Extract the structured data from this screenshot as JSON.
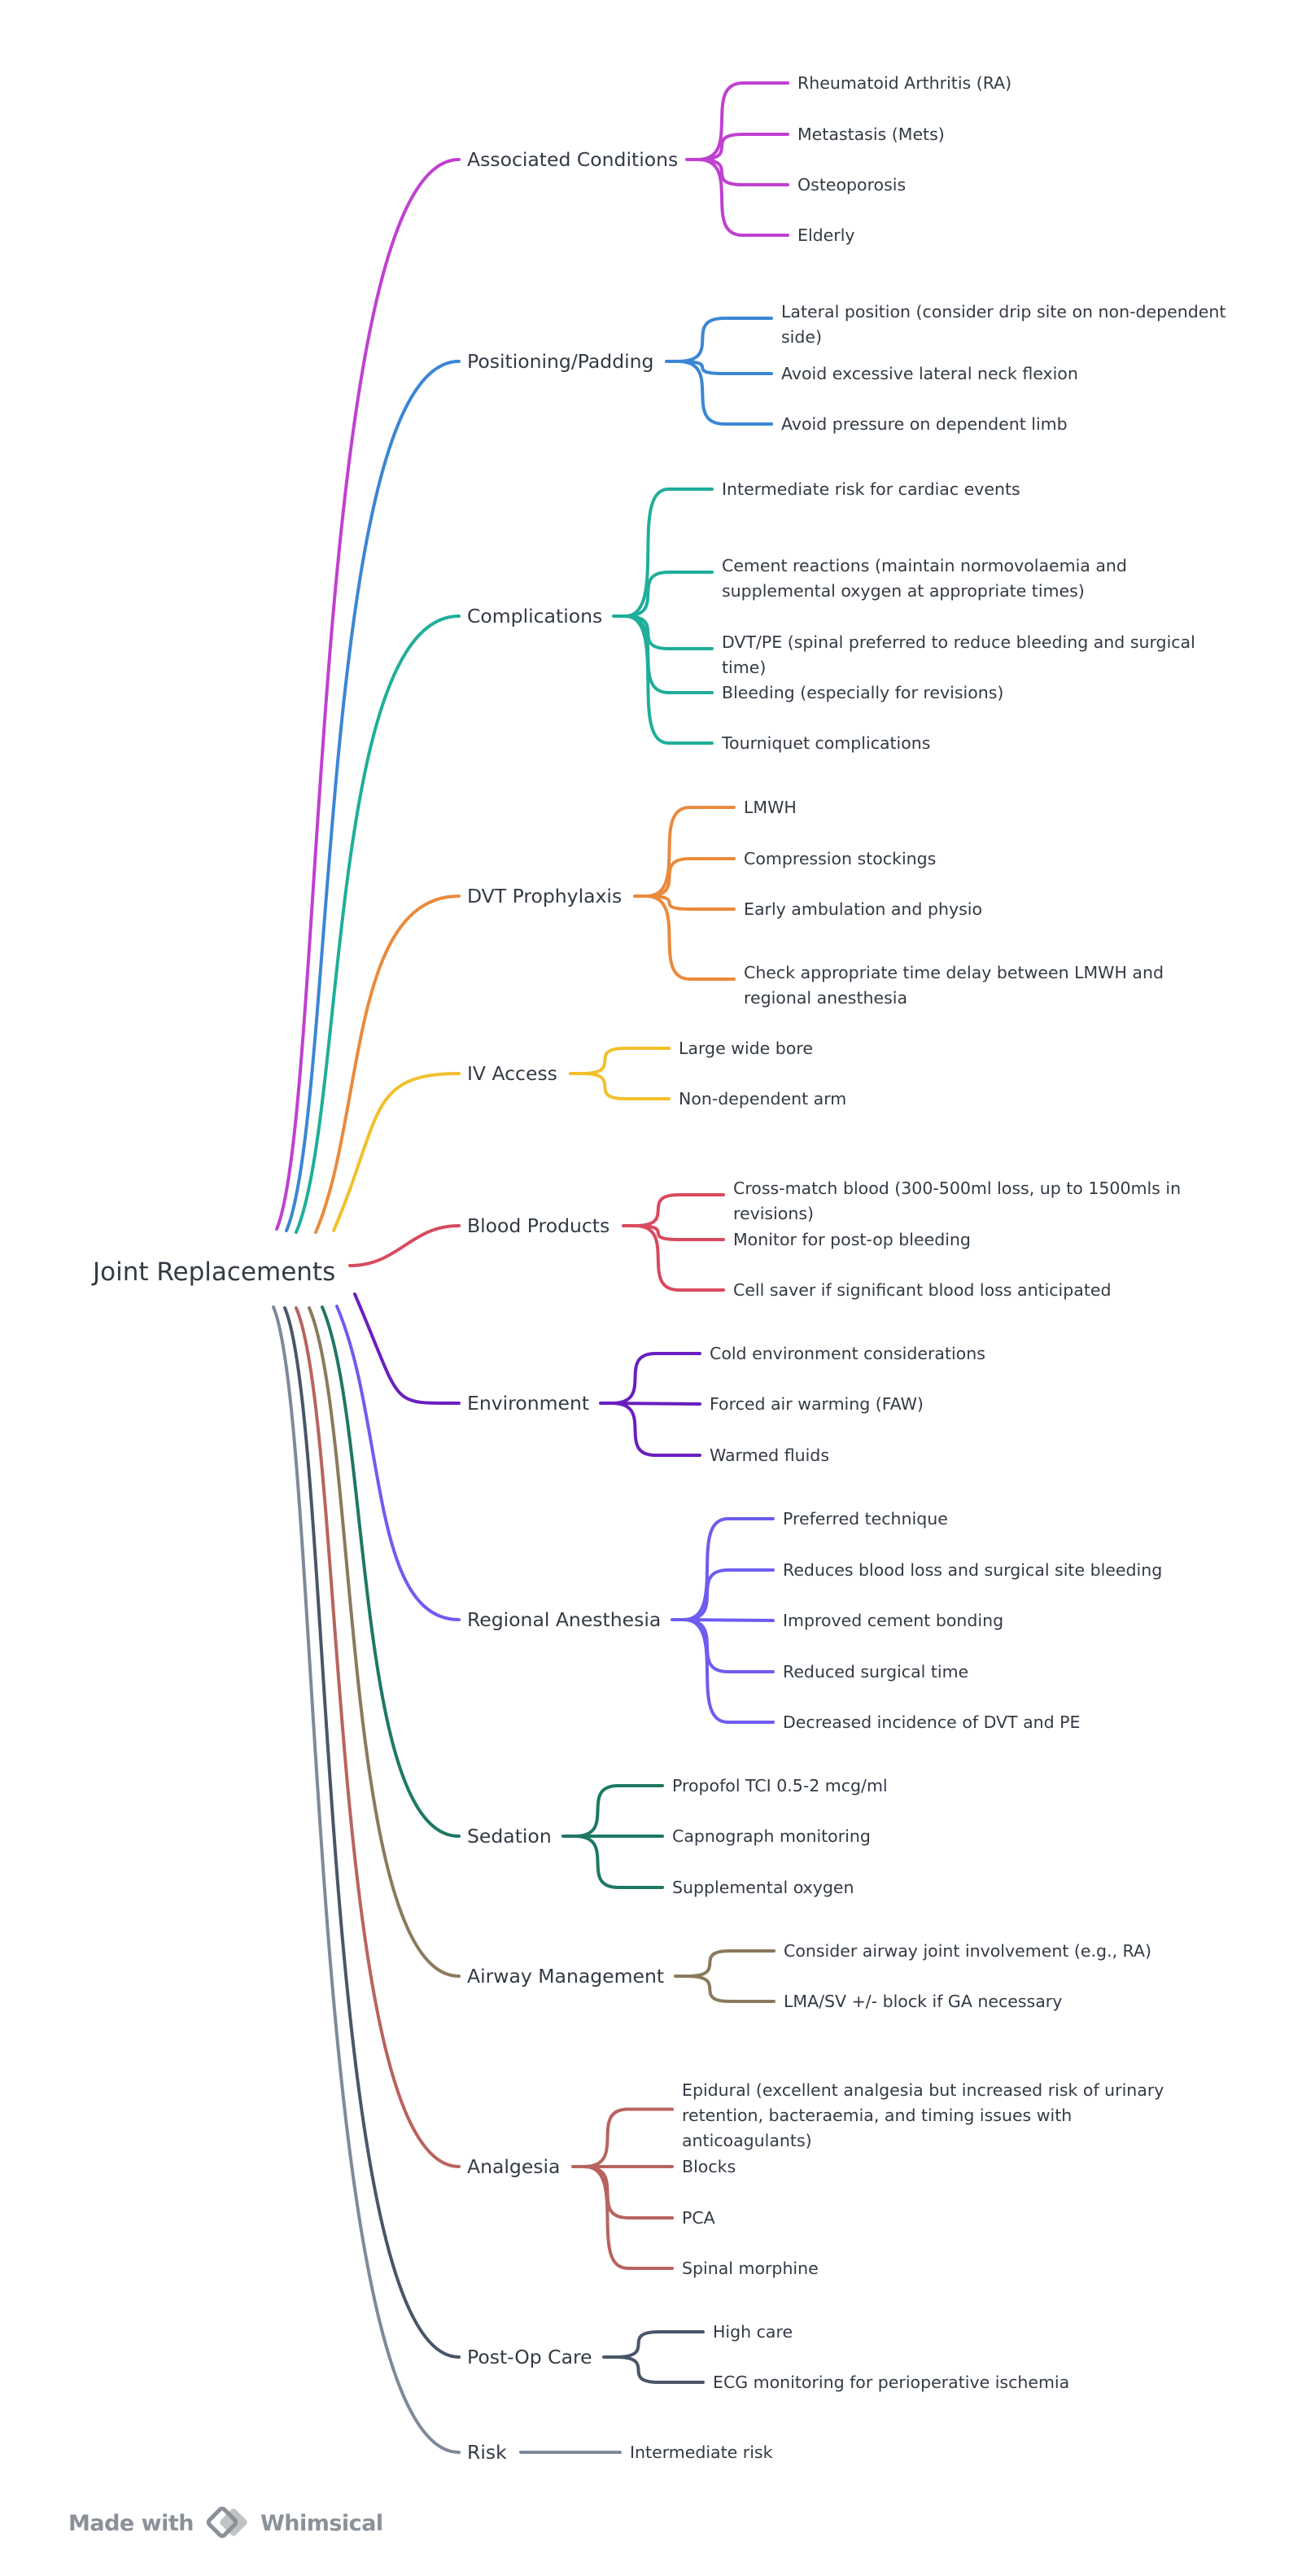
{
  "root": {
    "label": "Joint Replacements"
  },
  "branches": [
    {
      "id": "associated",
      "label": "Associated Conditions",
      "color": "#c040d0",
      "children": [
        [
          "Rheumatoid Arthritis (RA)"
        ],
        [
          "Metastasis (Mets)"
        ],
        [
          "Osteoporosis"
        ],
        [
          "Elderly"
        ]
      ]
    },
    {
      "id": "positioning",
      "label": "Positioning/Padding",
      "color": "#3b86d4",
      "children": [
        [
          "Lateral position (consider drip site on non-dependent",
          "side)"
        ],
        [
          "Avoid excessive lateral neck flexion"
        ],
        [
          "Avoid pressure on dependent limb"
        ]
      ]
    },
    {
      "id": "complications",
      "label": "Complications",
      "color": "#1fae9a",
      "children": [
        [
          "Intermediate risk for cardiac events"
        ],
        [
          "Cement reactions (maintain normovolaemia and",
          "supplemental oxygen at appropriate times)"
        ],
        [
          "DVT/PE (spinal preferred to reduce bleeding and surgical",
          "time)"
        ],
        [
          "Bleeding (especially for revisions)"
        ],
        [
          "Tourniquet complications"
        ]
      ]
    },
    {
      "id": "dvt",
      "label": "DVT Prophylaxis",
      "color": "#ea8a3c",
      "children": [
        [
          "LMWH"
        ],
        [
          "Compression stockings"
        ],
        [
          "Early ambulation and physio"
        ],
        [
          "Check appropriate time delay between LMWH and",
          "regional anesthesia"
        ]
      ]
    },
    {
      "id": "iv",
      "label": "IV Access",
      "color": "#f2c02c",
      "children": [
        [
          "Large wide bore"
        ],
        [
          "Non-dependent arm"
        ]
      ]
    },
    {
      "id": "blood",
      "label": "Blood Products",
      "color": "#d84a5e",
      "children": [
        [
          "Cross-match blood (300-500ml loss, up to 1500mls in",
          "revisions)"
        ],
        [
          "Monitor for post-op bleeding"
        ],
        [
          "Cell saver if significant blood loss anticipated"
        ]
      ]
    },
    {
      "id": "environment",
      "label": "Environment",
      "color": "#6a1fc0",
      "children": [
        [
          "Cold environment considerations"
        ],
        [
          "Forced air warming (FAW)"
        ],
        [
          "Warmed fluids"
        ]
      ]
    },
    {
      "id": "regional",
      "label": "Regional Anesthesia",
      "color": "#6e5cf0",
      "children": [
        [
          "Preferred technique"
        ],
        [
          "Reduces blood loss and surgical site bleeding"
        ],
        [
          "Improved cement bonding"
        ],
        [
          "Reduced surgical time"
        ],
        [
          "Decreased incidence of DVT and PE"
        ]
      ]
    },
    {
      "id": "sedation",
      "label": "Sedation",
      "color": "#1e7864",
      "children": [
        [
          "Propofol TCI 0.5-2 mcg/ml"
        ],
        [
          "Capnograph monitoring"
        ],
        [
          "Supplemental oxygen"
        ]
      ]
    },
    {
      "id": "airway",
      "label": "Airway Management",
      "color": "#8a7a5c",
      "children": [
        [
          "Consider airway joint involvement (e.g., RA)"
        ],
        [
          "LMA/SV +/- block if GA necessary"
        ]
      ]
    },
    {
      "id": "analgesia",
      "label": "Analgesia",
      "color": "#b8645e",
      "children": [
        [
          "Epidural (excellent analgesia but increased risk of urinary",
          "retention, bacteraemia, and timing issues with",
          "anticoagulants)"
        ],
        [
          "Blocks"
        ],
        [
          "PCA"
        ],
        [
          "Spinal morphine"
        ]
      ]
    },
    {
      "id": "postop",
      "label": "Post-Op Care",
      "color": "#4a5668",
      "children": [
        [
          "High care"
        ],
        [
          "ECG monitoring for perioperative ischemia"
        ]
      ]
    },
    {
      "id": "risk",
      "label": "Risk",
      "color": "#7e8a98",
      "children": [
        [
          "Intermediate risk"
        ]
      ]
    }
  ],
  "footer": {
    "made_with": "Made with",
    "brand": "Whimsical",
    "color": "#8a9198"
  }
}
